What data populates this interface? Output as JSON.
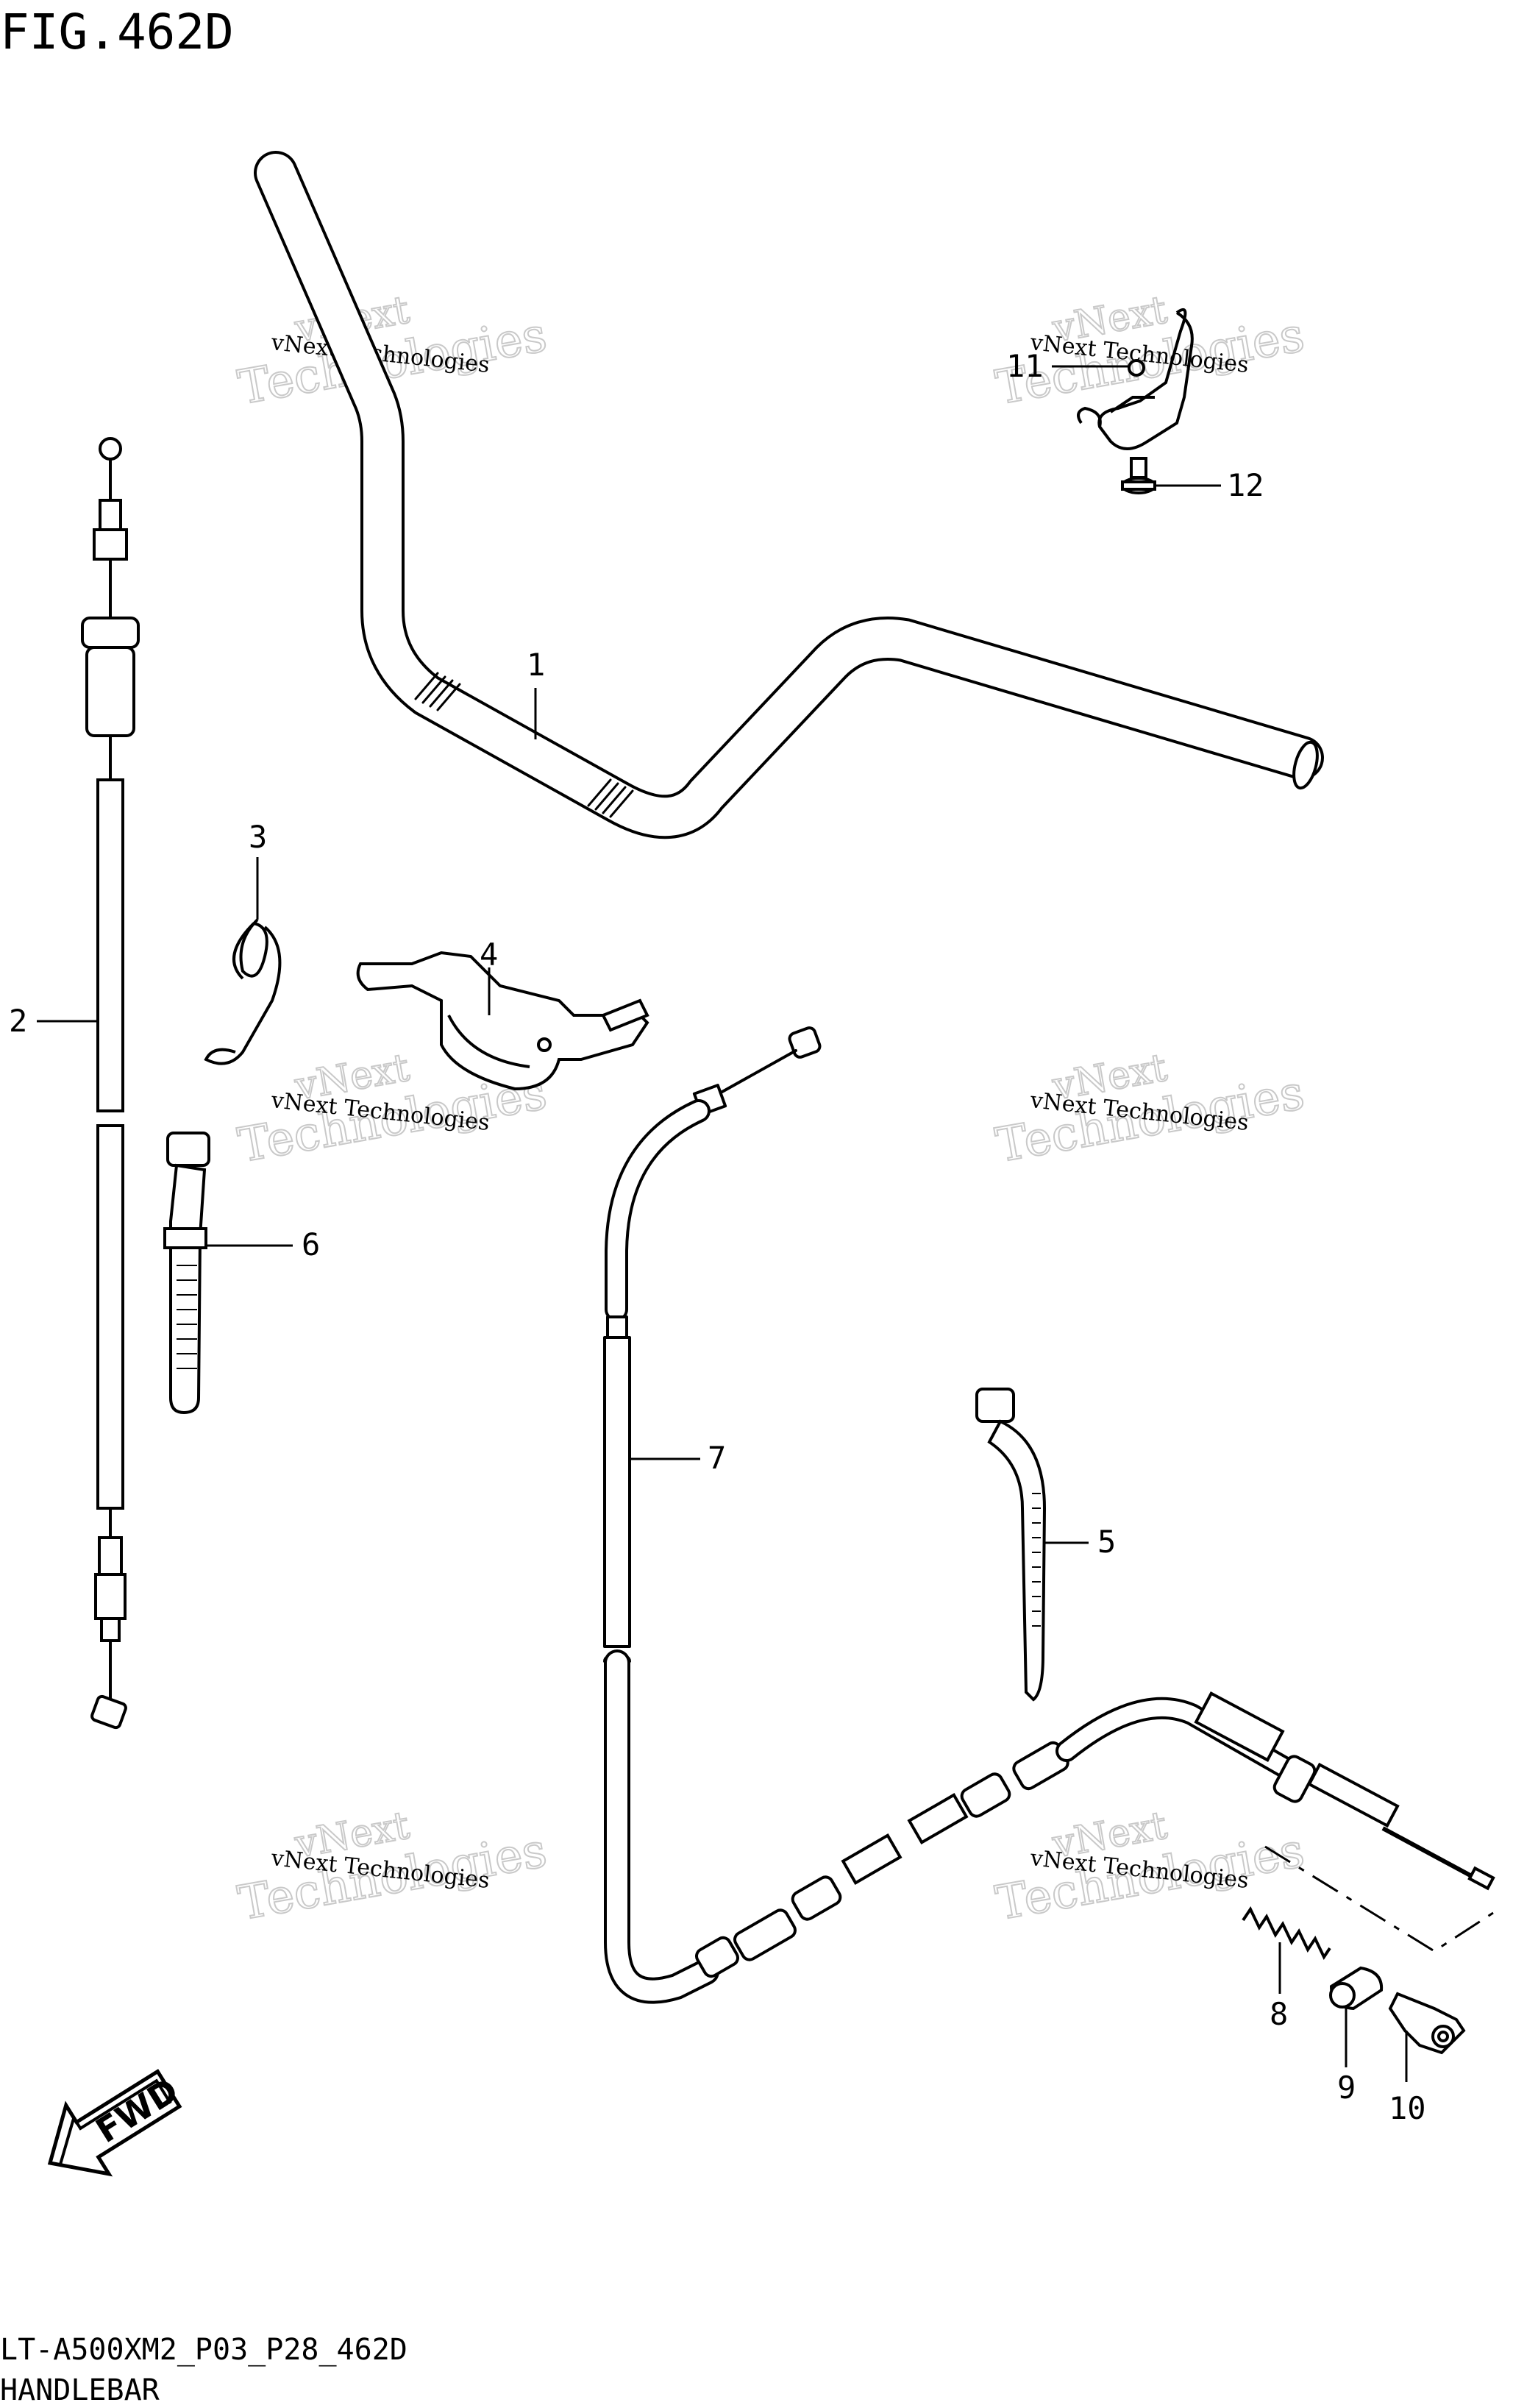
{
  "figure_title": "FIG.462D",
  "model_code": "LT-A500XM2_P03_P28_462D",
  "section_name": "HANDLEBAR",
  "fwd_label": "FWD",
  "watermark": {
    "small": "vNext Technologies",
    "large": "Technologies",
    "top": "vNext"
  },
  "callouts": [
    {
      "id": "1",
      "part": "handlebar"
    },
    {
      "id": "2",
      "part": "clutch-cable"
    },
    {
      "id": "3",
      "part": "spring-clip"
    },
    {
      "id": "4",
      "part": "cable-clamp"
    },
    {
      "id": "5",
      "part": "cable-tie"
    },
    {
      "id": "6",
      "part": "band-strap"
    },
    {
      "id": "7",
      "part": "throttle-cable"
    },
    {
      "id": "8",
      "part": "spring"
    },
    {
      "id": "9",
      "part": "collar"
    },
    {
      "id": "10",
      "part": "cable-end"
    },
    {
      "id": "11",
      "part": "wire-clamp"
    },
    {
      "id": "12",
      "part": "bolt"
    }
  ]
}
